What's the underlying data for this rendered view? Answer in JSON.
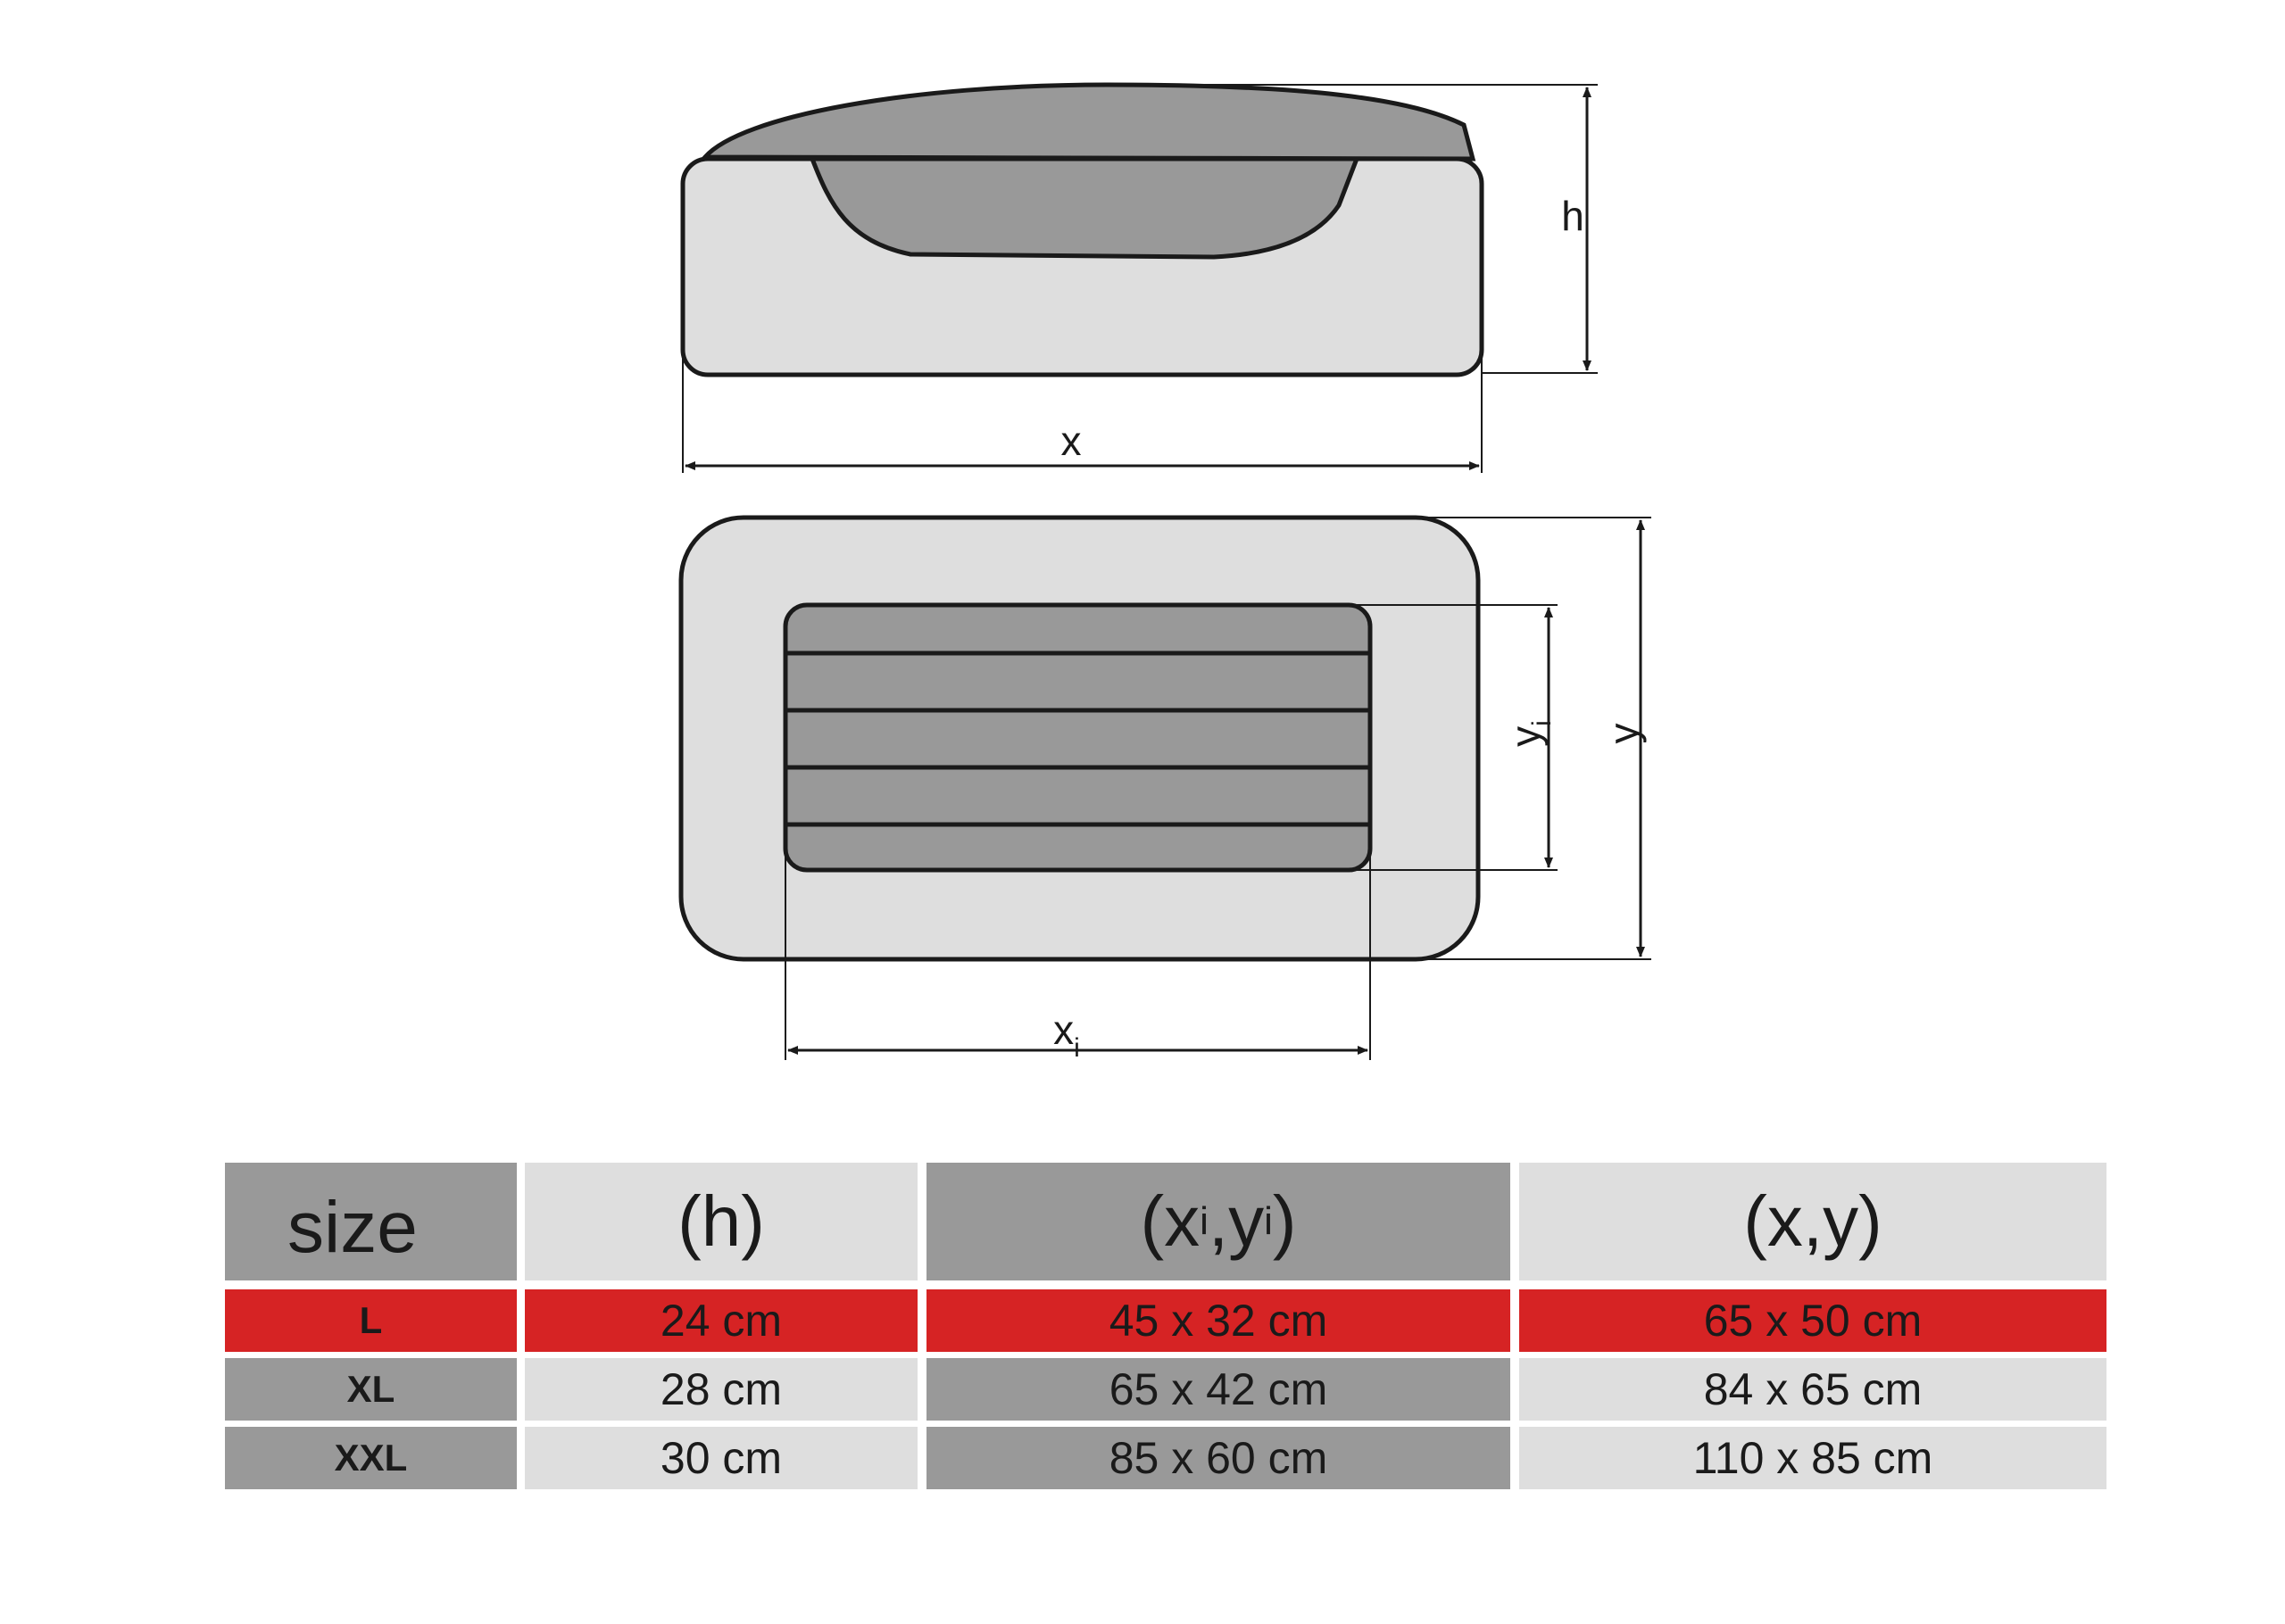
{
  "colors": {
    "dark_gray": "#999999",
    "light_gray": "#dedede",
    "highlight_red": "#d62324",
    "outline": "#1a1a1a"
  },
  "diagram": {
    "side_view": {
      "dim_x_label": "x",
      "dim_h_label": "h"
    },
    "top_view": {
      "dim_y_label": "y",
      "dim_yi_label": "y",
      "dim_yi_sub": "i",
      "dim_xi_label": "x",
      "dim_xi_sub": "i"
    }
  },
  "table": {
    "header": {
      "size": "size",
      "h": "(h)",
      "xi_yi": {
        "open": "(x",
        "sub1": "i",
        "mid": ",y",
        "sub2": "i",
        "close": " )"
      },
      "x_y": "(x,y)"
    },
    "rows": [
      {
        "size": "L",
        "h": "24 cm",
        "xi_yi": "45 x 32 cm",
        "x_y": "65 x 50 cm",
        "highlight": true
      },
      {
        "size": "XL",
        "h": "28 cm",
        "xi_yi": "65 x 42 cm",
        "x_y": "84 x 65 cm",
        "highlight": false
      },
      {
        "size": "XXL",
        "h": "30 cm",
        "xi_yi": "85 x 60 cm",
        "x_y": "110 x 85 cm",
        "highlight": false
      }
    ]
  }
}
